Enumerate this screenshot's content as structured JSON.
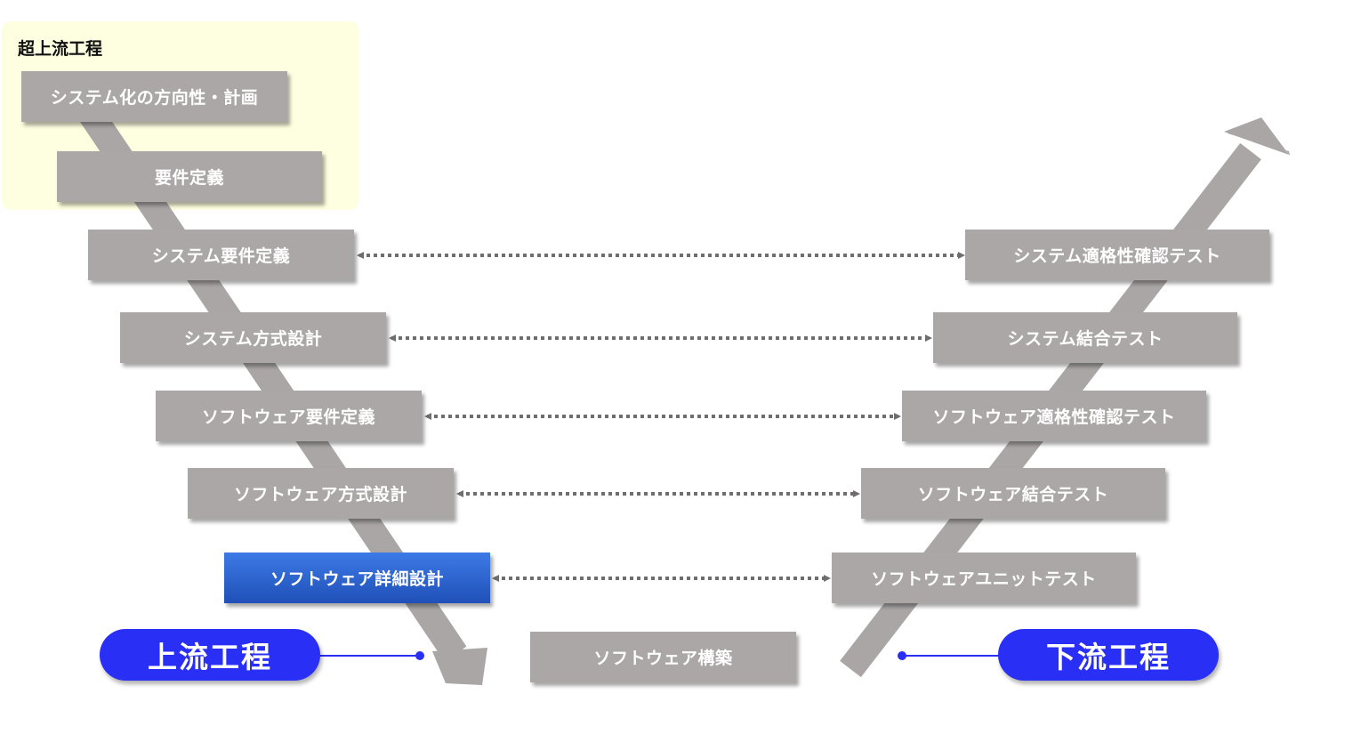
{
  "super_upstream": {
    "label": "超上流工程"
  },
  "left_steps": [
    "システム化の方向性・計画",
    "要件定義",
    "システム要件定義",
    "システム方式設計",
    "ソフトウェア要件定義",
    "ソフトウェア方式設計",
    "ソフトウェア詳細設計"
  ],
  "bottom_step": "ソフトウェア構築",
  "right_steps": [
    "システム適格性確認テスト",
    "システム結合テスト",
    "ソフトウェア適格性確認テスト",
    "ソフトウェア結合テスト",
    "ソフトウェアユニットテスト"
  ],
  "upstream_label": "上流工程",
  "downstream_label": "下流工程",
  "colors": {
    "box": "#aba7a7",
    "active_box": "#2f62d0",
    "pill": "#2a2ff5",
    "arrow": "#aaa6a6",
    "super_region": "#fefee0",
    "connector": "#6e6e6e"
  }
}
